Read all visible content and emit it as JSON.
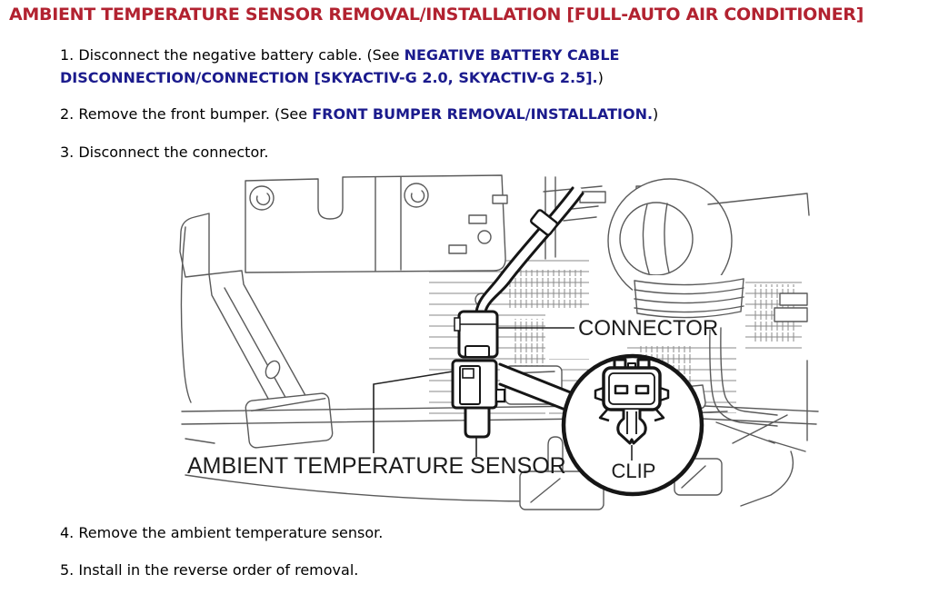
{
  "title": {
    "text": "AMBIENT TEMPERATURE SENSOR REMOVAL/INSTALLATION [FULL-AUTO AIR CONDITIONER]",
    "color": "#b22230"
  },
  "steps": [
    {
      "number": "1.",
      "text_before_link": "Disconnect the negative battery cable. (See ",
      "link_line1": "NEGATIVE BATTERY CABLE",
      "link_line2": "DISCONNECTION/CONNECTION [SKYACTIV-G 2.0, SKYACTIV-G 2.5].",
      "text_after_link": ")"
    },
    {
      "number": "2.",
      "text_before_link": "Remove the front bumper. (See ",
      "link": "FRONT BUMPER REMOVAL/INSTALLATION.",
      "text_after_link": ")"
    },
    {
      "number": "3.",
      "text": "Disconnect the connector."
    },
    {
      "number": "4.",
      "text": "Remove the ambient temperature sensor."
    },
    {
      "number": "5.",
      "text": "Install in the reverse order of removal."
    }
  ],
  "diagram": {
    "labels": {
      "connector": "CONNECTOR",
      "ambient_sensor": "AMBIENT TEMPERATURE SENSOR",
      "clip": "CLIP"
    }
  },
  "colors": {
    "title": "#b22230",
    "link": "#1b1b8d",
    "body_text": "#000000",
    "diagram_main_line": "#161616",
    "diagram_background_line": "#5a5a5a",
    "diagram_hatch_line": "#8a8a8a",
    "background": "#ffffff"
  }
}
